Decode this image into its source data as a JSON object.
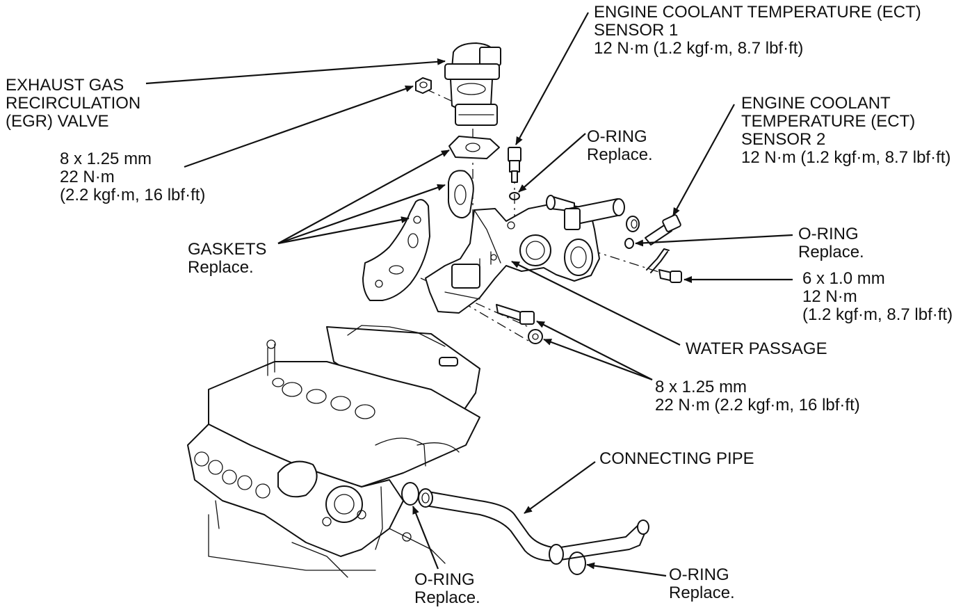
{
  "labels": {
    "ect1": {
      "lines": [
        "ENGINE COOLANT TEMPERATURE (ECT)",
        "SENSOR 1",
        "12 N·m (1.2 kgf·m, 8.7 lbf·ft)"
      ]
    },
    "egr": {
      "lines": [
        "EXHAUST GAS",
        "RECIRCULATION",
        "(EGR) VALVE"
      ]
    },
    "ect2": {
      "lines": [
        "ENGINE COOLANT",
        "TEMPERATURE (ECT)",
        "SENSOR 2",
        "12 N·m (1.2 kgf·m, 8.7 lbf·ft)"
      ]
    },
    "oring_top": {
      "lines": [
        "O-RING",
        "Replace."
      ]
    },
    "bolt_egr": {
      "lines": [
        "8 x 1.25 mm",
        "22 N·m",
        "(2.2 kgf·m, 16 lbf·ft)"
      ]
    },
    "gaskets": {
      "lines": [
        "GASKETS",
        "Replace."
      ]
    },
    "oring_right": {
      "lines": [
        "O-RING",
        "Replace."
      ]
    },
    "bolt_6mm": {
      "lines": [
        "6 x 1.0 mm",
        "12 N·m",
        "(1.2 kgf·m, 8.7 lbf·ft)"
      ]
    },
    "water_passage": {
      "lines": [
        "WATER PASSAGE"
      ]
    },
    "bolt_8mm": {
      "lines": [
        "8 x 1.25 mm",
        "22 N·m (2.2 kgf·m, 16 lbf·ft)"
      ]
    },
    "connecting_pipe": {
      "lines": [
        "CONNECTING PIPE"
      ]
    },
    "oring_bottom_left": {
      "lines": [
        "O-RING",
        "Replace."
      ]
    },
    "oring_bottom_right": {
      "lines": [
        "O-RING",
        "Replace."
      ]
    }
  }
}
